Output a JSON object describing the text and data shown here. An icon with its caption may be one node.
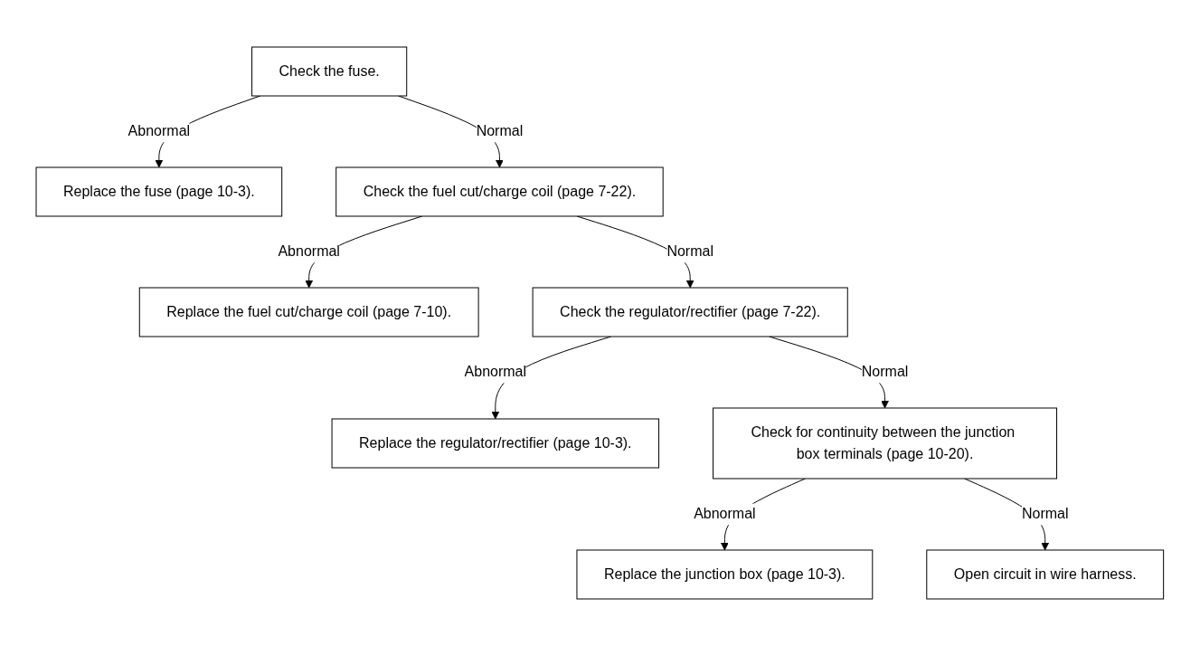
{
  "diagram": {
    "nodes": [
      {
        "text": [
          "Check the fuse."
        ]
      },
      {
        "text": [
          "Replace the fuse (page 10-3)."
        ]
      },
      {
        "text": [
          "Check the fuel cut/charge coil (page 7-22)."
        ]
      },
      {
        "text": [
          "Replace the fuel cut/charge coil (page 7-10)."
        ]
      },
      {
        "text": [
          "Check the regulator/rectifier (page 7-22)."
        ]
      },
      {
        "text": [
          "Replace the regulator/rectifier (page 10-3)."
        ]
      },
      {
        "text": [
          "Check for continuity between the junction box terminals (page 10-20)."
        ]
      },
      {
        "text": [
          "Replace the junction box (page 10-3)."
        ]
      },
      {
        "text": [
          "Open circuit in wire harness."
        ]
      }
    ],
    "edges": [
      {
        "from": 0,
        "to": 1,
        "arrow": "to",
        "label": "Abnormal"
      },
      {
        "from": 0,
        "to": 2,
        "arrow": "to",
        "label": "Normal"
      },
      {
        "from": 2,
        "to": 3,
        "arrow": "to",
        "label": "Abnormal"
      },
      {
        "from": 2,
        "to": 4,
        "arrow": "to",
        "label": "Normal"
      },
      {
        "from": 4,
        "to": 5,
        "arrow": "to",
        "label": "Abnormal"
      },
      {
        "from": 4,
        "to": 6,
        "arrow": "to",
        "label": "Normal"
      },
      {
        "from": 6,
        "to": 7,
        "arrow": "to",
        "label": "Abnormal"
      },
      {
        "from": 6,
        "to": 8,
        "arrow": "to",
        "label": "Normal"
      }
    ]
  }
}
